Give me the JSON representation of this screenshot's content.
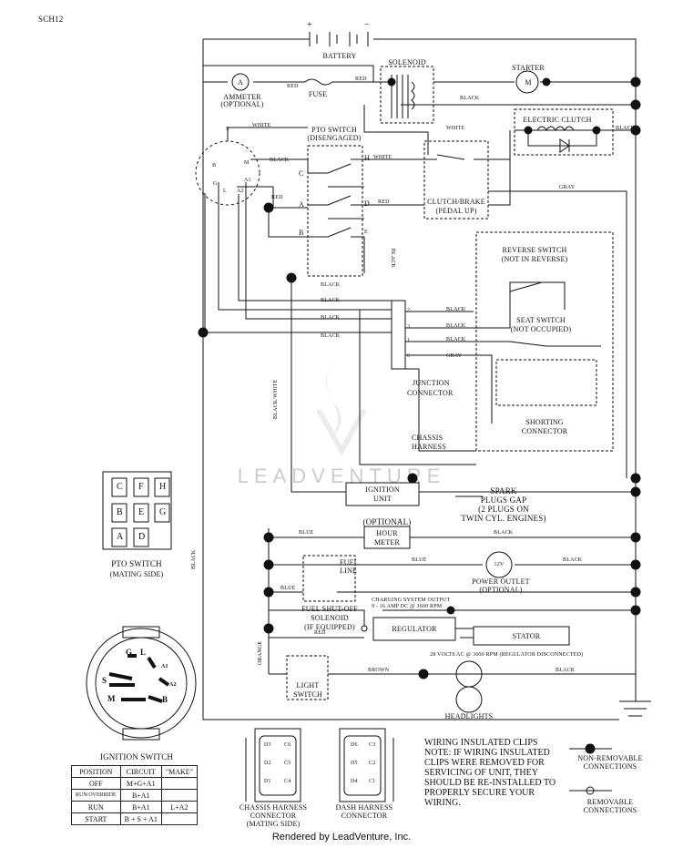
{
  "doc_code": "SCH12",
  "battery": {
    "label": "BATTERY",
    "plus": "+",
    "minus": "−"
  },
  "solenoid": {
    "label": "SOLENOID"
  },
  "starter": {
    "label": "STARTER",
    "symbol": "M"
  },
  "ammeter": {
    "label": "AMMETER",
    "sub": "(OPTIONAL)",
    "symbol": "A"
  },
  "fuse": {
    "label": "FUSE"
  },
  "electric_clutch": {
    "label": "ELECTRIC CLUTCH"
  },
  "pto_switch": {
    "label": "PTO SWITCH",
    "sub": "(DISENGAGED)",
    "pins": [
      "C",
      "H",
      "A",
      "D",
      "B",
      "E"
    ]
  },
  "clutch_brake": {
    "label": "CLUTCH/BRAKE",
    "sub": "(PEDAL UP)"
  },
  "ignition_pins": [
    "S",
    "B",
    "M",
    "L",
    "A1",
    "G",
    "A2"
  ],
  "reverse_switch": {
    "label": "REVERSE SWITCH",
    "sub": "(NOT IN REVERSE)"
  },
  "seat_switch": {
    "label": "SEAT SWITCH",
    "sub": "(NOT OCCUPIED)"
  },
  "junction": {
    "label": "JUNCTION",
    "sub": "CONNECTOR",
    "pins": [
      "2",
      "3",
      "1",
      "6"
    ]
  },
  "shorting": {
    "label": "SHORTING",
    "sub": "CONNECTOR"
  },
  "chassis_harness": {
    "label": "CHASSIS",
    "sub": "HARNESS"
  },
  "ignition_unit": {
    "label": "IGNITION",
    "sub": "UNIT"
  },
  "spark": {
    "lines": [
      "SPARK",
      "PLUGS GAP",
      "(2 PLUGS ON",
      "TWIN CYL. ENGINES)"
    ]
  },
  "hour_meter": {
    "opt": "(OPTIONAL)",
    "label": "HOUR",
    "sub": "METER"
  },
  "power_outlet": {
    "symbol": "12V",
    "label": "POWER OUTLET",
    "sub": "(OPTIONAL)"
  },
  "fuel": {
    "line_label": "FUEL",
    "line_sub": "LINE",
    "sol_lines": [
      "FUEL SHUT-OFF",
      "SOLENOID",
      "(IF EQUIPPED)"
    ]
  },
  "charging": {
    "line1": "CHARGING SYSTEM OUTPUT",
    "line2": "9 - 16 AMP DC @ 3600 RPM"
  },
  "regulator": {
    "label": "REGULATOR"
  },
  "stator": {
    "label": "STATOR"
  },
  "ac_note": "28 VOLTS AC @ 3600 RPM (REGULATOR DISCONNECTED)",
  "light_switch": {
    "label": "LIGHT",
    "sub": "SWITCH"
  },
  "headlights": {
    "label": "HEADLIGHTS"
  },
  "wires": {
    "red": "RED",
    "black": "BLACK",
    "white": "WHITE",
    "gray": "GRAY",
    "blue": "BLUE",
    "brown": "BROWN",
    "orange": "ORANGE",
    "black_white": "BLACK/WHITE"
  },
  "pto_mating": {
    "label": "PTO SWITCH",
    "sub": "(MATING SIDE)",
    "letters": [
      "C",
      "F",
      "H",
      "B",
      "E",
      "G",
      "A",
      "D"
    ]
  },
  "ignition_switch": {
    "label": "IGNITION SWITCH",
    "pins": [
      "G",
      "L",
      "A1",
      "S",
      "A2",
      "M",
      "B"
    ],
    "table_headers": [
      "POSITION",
      "CIRCUIT",
      "\"MAKE\""
    ],
    "rows": [
      [
        "OFF",
        "M+G+A1",
        ""
      ],
      [
        "RUN/OVERRIDE",
        "B+A1",
        ""
      ],
      [
        "RUN",
        "B+A1",
        "L+A2"
      ],
      [
        "START",
        "B + S + A1",
        ""
      ]
    ]
  },
  "chassis_conn": {
    "lines": [
      "CHASSIS HARNESS",
      "CONNECTOR",
      "(MATING SIDE)"
    ],
    "pins": [
      "D3",
      "C6",
      "D2",
      "C5",
      "D1",
      "C4"
    ]
  },
  "dash_conn": {
    "lines": [
      "DASH HARNESS",
      "CONNECTOR"
    ],
    "pins": [
      "D6",
      "C3",
      "D5",
      "C2",
      "D4",
      "C1"
    ]
  },
  "note": {
    "lines": [
      "WIRING INSULATED CLIPS",
      "NOTE:  IF WIRING INSULATED",
      "CLIPS WERE REMOVED FOR",
      "SERVICING OF UNIT, THEY",
      "SHOULD BE RE-INSTALLED TO",
      "PROPERLY SECURE YOUR",
      "WIRING."
    ]
  },
  "legend": {
    "non_removable": [
      "NON-REMOVABLE",
      "CONNECTIONS"
    ],
    "removable": [
      "REMOVABLE",
      "CONNECTIONS"
    ]
  },
  "watermark": "LEADVENTURE",
  "footer": "Rendered by LeadVenture, Inc."
}
